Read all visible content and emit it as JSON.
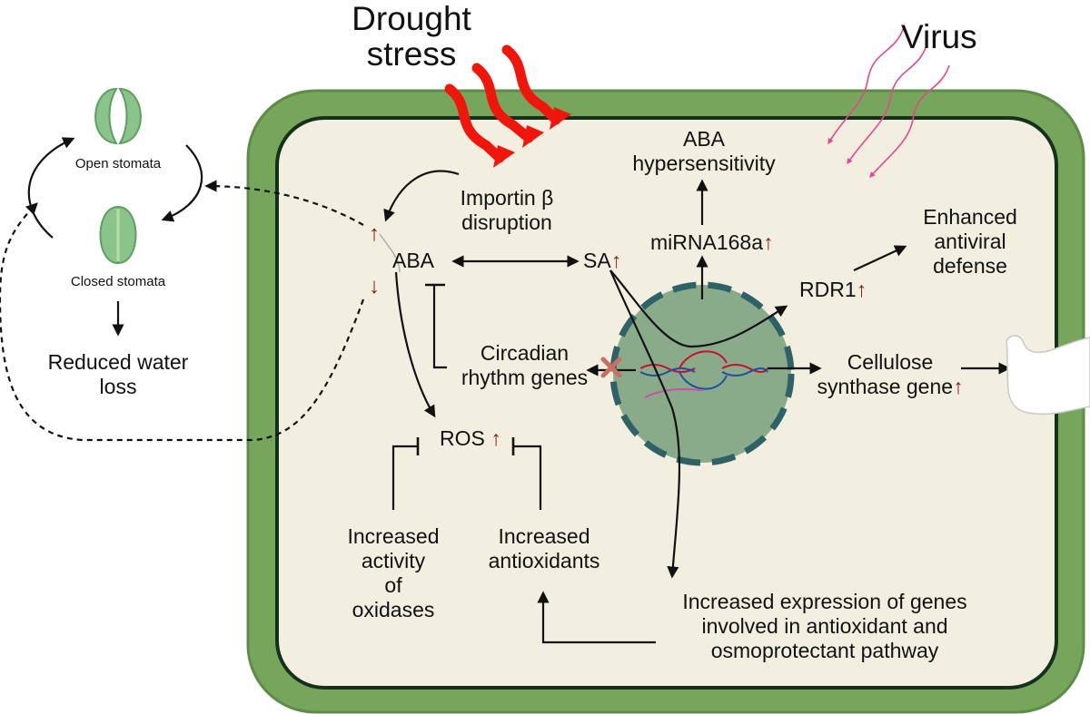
{
  "stress": {
    "drought": [
      "Drought",
      "stress"
    ],
    "virus": "Virus"
  },
  "stomata": {
    "open": "Open stomata",
    "closed": "Closed stomata",
    "outcome": [
      "Reduced water",
      "loss"
    ]
  },
  "cell": {
    "importin": [
      "Importin β",
      "disruption"
    ],
    "aba": "ABA",
    "sa": "SA",
    "mirna": "miRNA168a",
    "aba_hyper": [
      "ABA",
      "hypersensitivity"
    ],
    "rdr1": "RDR1",
    "antiviral": [
      "Enhanced",
      "antiviral",
      "defense"
    ],
    "circadian": [
      "Circadian",
      "rhythm genes"
    ],
    "cellulose": [
      "Cellulose",
      "synthase gene"
    ],
    "ros": "ROS",
    "oxidases": [
      "Increased",
      "activity",
      "of",
      "oxidases"
    ],
    "antioxidants": [
      "Increased",
      "antioxidants"
    ],
    "expression": [
      "Increased expression of genes",
      "involved in antioxidant and",
      "osmoprotectant pathway"
    ]
  },
  "arrows": {
    "up": "↑",
    "down": "↓"
  },
  "colors": {
    "cell_wall": "#76a65c",
    "cell_wall_edge": "#5e8c48",
    "cytoplasm": "#f2efe1",
    "membrane": "#16301e",
    "nucleus": "#8aab8a",
    "nucleus_border": "#2f6267",
    "drought_arrow": "#f0160c",
    "virus_arrow": "#e8458c",
    "up_mark": "#8b1a1a",
    "inhibit_x": "#c97063",
    "stomata_fill": "#8bc48a",
    "stomata_edge": "#5e9e60"
  }
}
